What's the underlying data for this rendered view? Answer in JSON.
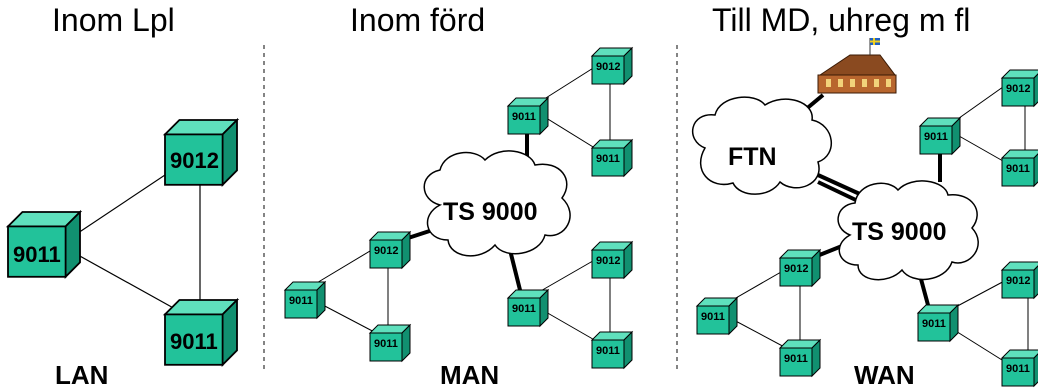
{
  "panels": {
    "lan": {
      "heading": "Inom Lpl",
      "footer": "LAN"
    },
    "man": {
      "heading": "Inom förd",
      "footer": "MAN"
    },
    "wan": {
      "heading": "Till MD, uhreg m fl",
      "footer": "WAN"
    }
  },
  "nodes": {
    "lan_a": "9012",
    "lan_b": "9011",
    "lan_c": "9011",
    "man_a": "9012",
    "man_b": "9011",
    "man_c": "9011",
    "man_d": "9011",
    "man_e": "9012",
    "man_f": "9011",
    "man_g": "9011",
    "man_h": "9012",
    "man_i": "9011",
    "wan_a": "9012",
    "wan_b": "9011",
    "wan_c": "9011",
    "wan_d": "9012",
    "wan_e": "9011",
    "wan_f": "9011",
    "wan_g": "9011",
    "wan_h": "9012",
    "wan_i": "9011"
  },
  "clouds": {
    "man_ts": "TS 9000",
    "wan_ftn": "FTN",
    "wan_ts": "TS 9000"
  },
  "colors": {
    "box_front": "#22c29a",
    "box_top": "#5fe0bd",
    "box_side": "#119070"
  },
  "icons": {
    "building": "building-with-flag-icon"
  }
}
